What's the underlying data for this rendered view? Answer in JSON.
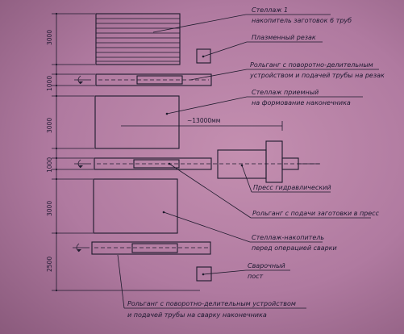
{
  "labels": {
    "rack1_line1": "Стеллаж 1",
    "rack1_line2": "накопитель заготовок 6 труб",
    "plasma": "Плазменный резак",
    "conveyor1_line1": "Рольганг с поворотно-делительным",
    "conveyor1_line2": "устройством и подачей трубы на резак",
    "rack2_line1": "Стеллаж приемный",
    "rack2_line2": "на формование наконечника",
    "length": "~13000мм",
    "press": "Пресс гидравлический",
    "conveyor2": "Рольганг с подачи заготовки в пресс",
    "rack3_line1": "Стеллаж-накопитель",
    "rack3_line2": "перед операцией сварки",
    "welding_line1": "Сварочный",
    "welding_line2": "пост",
    "conveyor3_line1": "Рольганг с поворотно-делительным устройством",
    "conveyor3_line2": "и подачей трубы на сварку наконечника"
  },
  "dimensions": {
    "d1": "3000",
    "d2": "1000",
    "d3": "3000",
    "d4": "1000",
    "d5": "3000",
    "d6": "2500"
  }
}
